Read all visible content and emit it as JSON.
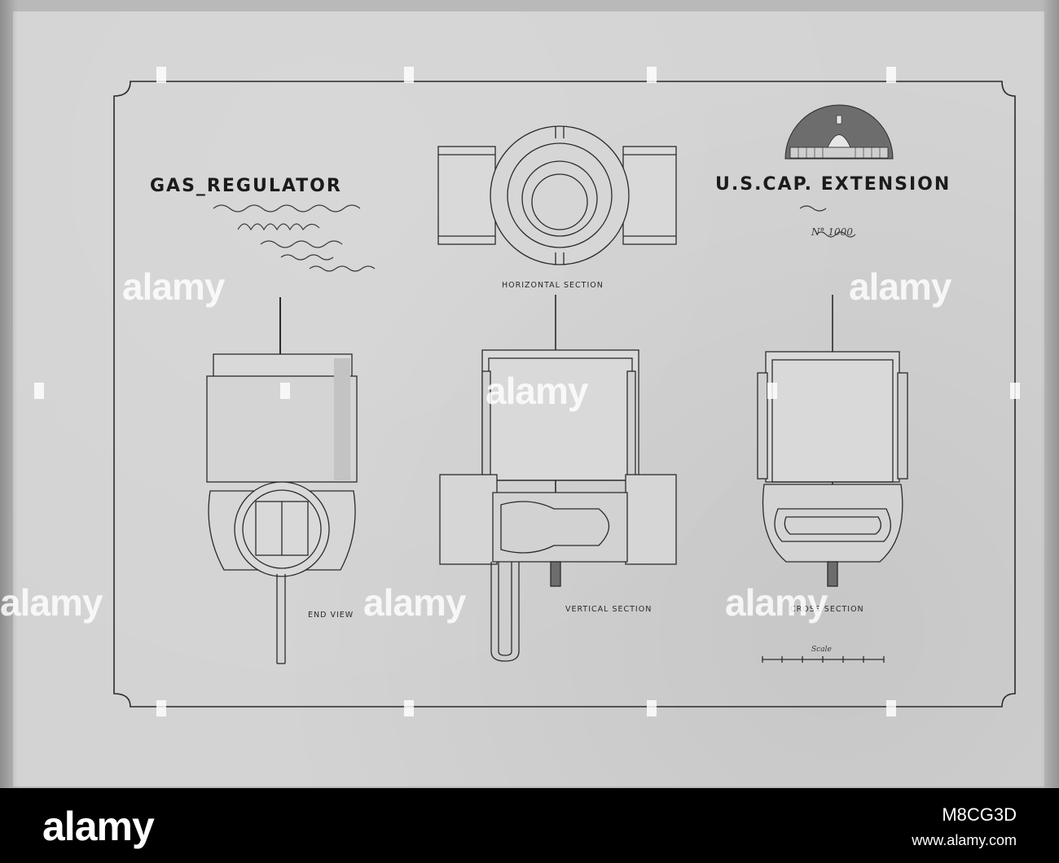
{
  "drawing": {
    "title_left": "GAS_REGULATOR",
    "title_right": "U.S.CAP. EXTENSION",
    "sheet_number": "N° 1000",
    "views": {
      "horizontal_section": "HORIZONTAL SECTION",
      "end_view": "END VIEW",
      "vertical_section": "VERTICAL SECTION",
      "cross_section": "CROSS SECTION"
    },
    "scale_label": "Scale"
  },
  "watermark": {
    "text": "alamy"
  },
  "footer": {
    "brand": "alamy",
    "image_id": "M8CG3D",
    "url": "www.alamy.com"
  }
}
